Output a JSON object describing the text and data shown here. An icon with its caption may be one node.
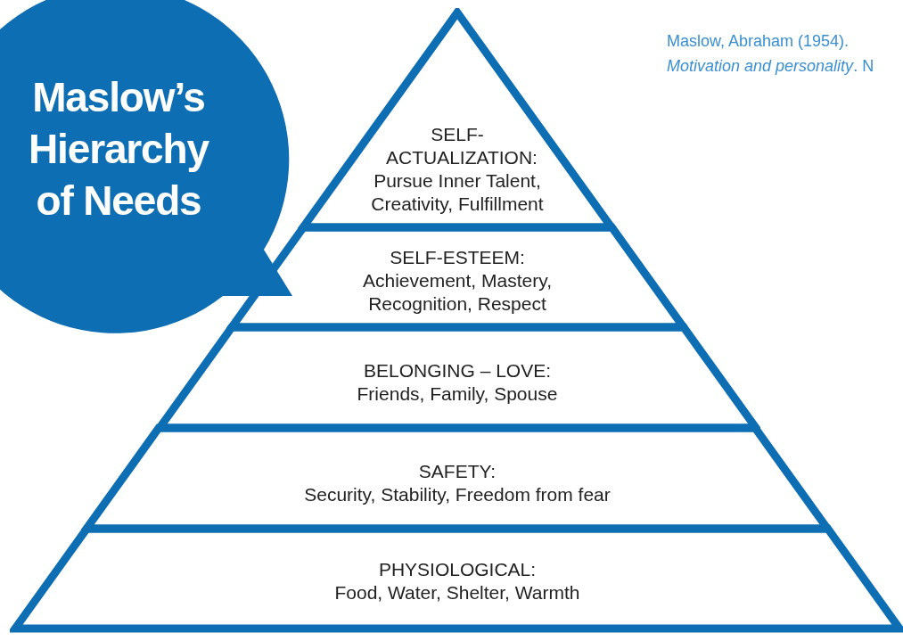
{
  "diagram": {
    "title": "Maslow’s Hierarchy of Needs",
    "nodes": [
      {
        "text": [
          "SELF-ACTUALIZATION:",
          "Pursue Inner Talent, Creativity, Fulfillment"
        ]
      },
      {
        "text": [
          "SELF-ESTEEM:",
          "Achievement, Mastery, Recognition, Respect"
        ]
      },
      {
        "text": [
          "BELONGING – LOVE:",
          "Friends, Family, Spouse"
        ]
      },
      {
        "text": [
          "SAFETY:",
          "Security, Stability, Freedom from fear"
        ]
      },
      {
        "text": [
          "PHYSIOLOGICAL:",
          "Food, Water, Shelter, Warmth"
        ]
      }
    ],
    "labels": [
      "Maslow, Abraham (1954). *Motivation and personality*. N"
    ]
  }
}
